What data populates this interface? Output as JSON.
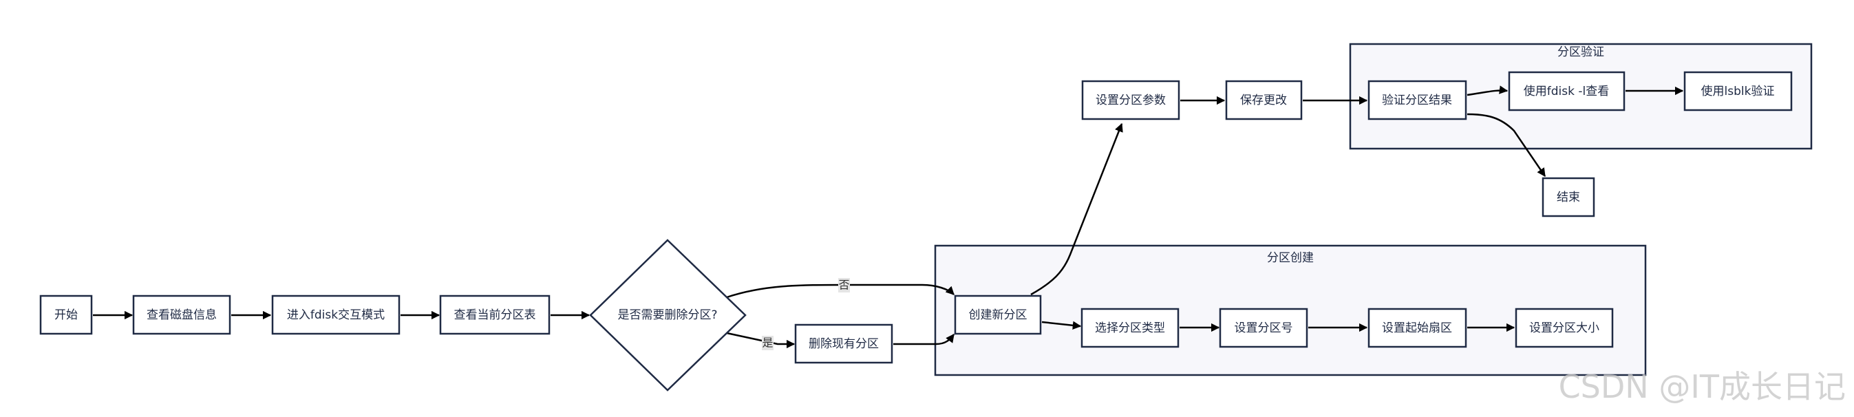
{
  "nodes": {
    "start": "开始",
    "view_disk": "查看磁盘信息",
    "enter_fdisk": "进入fdisk交互模式",
    "view_table": "查看当前分区表",
    "need_delete": "是否需要删除分区?",
    "delete_existing": "删除现有分区",
    "create_new": "创建新分区",
    "select_type": "选择分区类型",
    "set_number": "设置分区号",
    "set_start": "设置起始扇区",
    "set_size": "设置分区大小",
    "set_params": "设置分区参数",
    "save": "保存更改",
    "verify": "验证分区结果",
    "fdisk_l": "使用fdisk -l查看",
    "lsblk": "使用lsblk验证",
    "end": "结束"
  },
  "clusters": {
    "create": "分区创建",
    "verify": "分区验证"
  },
  "edge_labels": {
    "yes": "是",
    "no": "否"
  },
  "watermark": "CSDN @IT成长日记"
}
